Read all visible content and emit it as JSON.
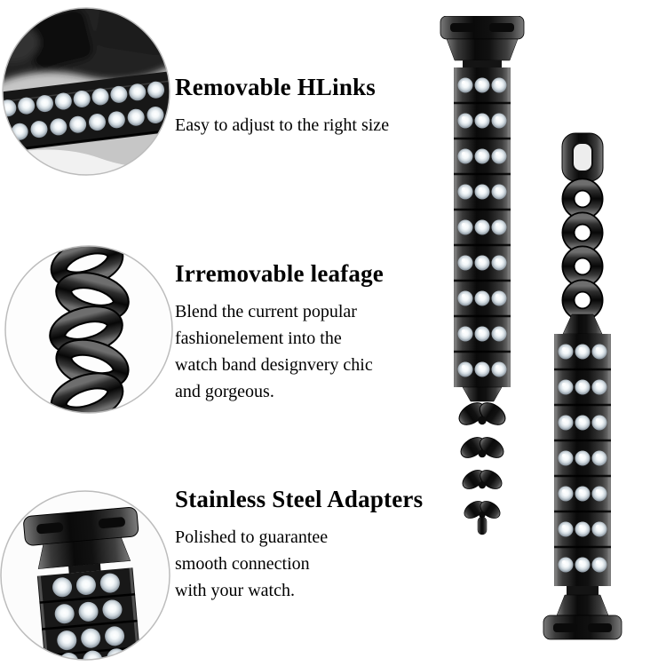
{
  "palette": {
    "background": "#ffffff",
    "metal_dark": "#0a0a0a",
    "metal_light": "#7a7a7a",
    "crystal": "#f2f6f9",
    "text": "#000000"
  },
  "features": [
    {
      "title": "Removable HLinks",
      "lines": [
        "Easy to adjust to the right size"
      ]
    },
    {
      "title": "Irremovable leafage",
      "lines": [
        "Blend the current popular",
        "fashionelement into the",
        "watch band designvery chic",
        "and gorgeous."
      ]
    },
    {
      "title": "Stainless Steel Adapters",
      "lines": [
        "Polished to guarantee",
        "smooth connection",
        "with your watch."
      ]
    }
  ],
  "images": {
    "inset_top": "macro-photo-removable-hlinks-with-rhinestones",
    "inset_middle": "macro-photo-leafage-chain-links",
    "inset_bottom": "macro-photo-stainless-steel-adapter-with-band",
    "band_front": "watch-band-adapter-at-top-rhinestones-and-leafage",
    "band_back": "watch-band-clasp-leafage-rhinestones-adapter-at-bottom"
  }
}
